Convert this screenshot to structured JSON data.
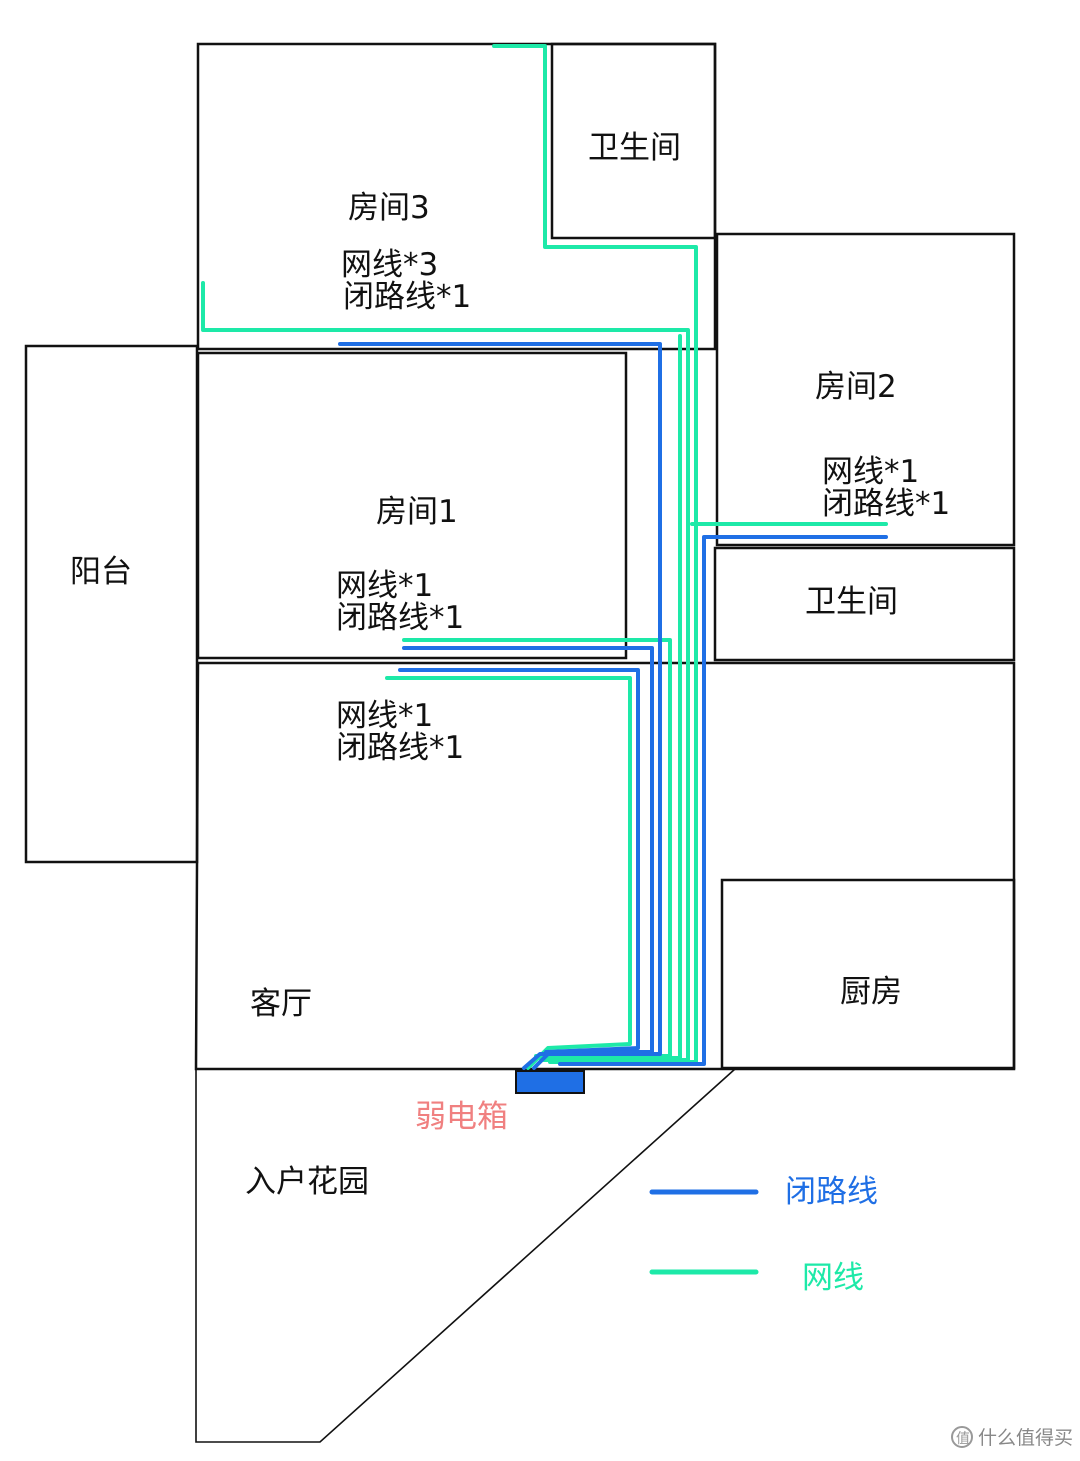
{
  "colors": {
    "network_cable": "#1de9a8",
    "loop_cable": "#1f6fe5",
    "box_fill": "#1f6fe5",
    "box_label": "#f08080",
    "wall": "#111111"
  },
  "rooms": {
    "room3": {
      "name": "房间3",
      "cable_net": "网线*3",
      "cable_loop": "闭路线*1"
    },
    "bath_top": {
      "name": "卫生间"
    },
    "room2": {
      "name": "房间2",
      "cable_net": "网线*1",
      "cable_loop": "闭路线*1"
    },
    "bath_mid": {
      "name": "卫生间"
    },
    "balcony": {
      "name": "阳台"
    },
    "room1": {
      "name": "房间1",
      "cable_net": "网线*1",
      "cable_loop": "闭路线*1"
    },
    "living": {
      "name": "客厅",
      "cable_net": "网线*1",
      "cable_loop": "闭路线*1"
    },
    "kitchen": {
      "name": "厨房"
    },
    "entrance_garden": {
      "name": "入户花园"
    }
  },
  "distribution_box": {
    "label": "弱电箱"
  },
  "legend": {
    "loop_label": "闭路线",
    "net_label": "网线"
  },
  "watermark": {
    "text": "什么值得买",
    "icon": "smzdm-logo-icon"
  }
}
